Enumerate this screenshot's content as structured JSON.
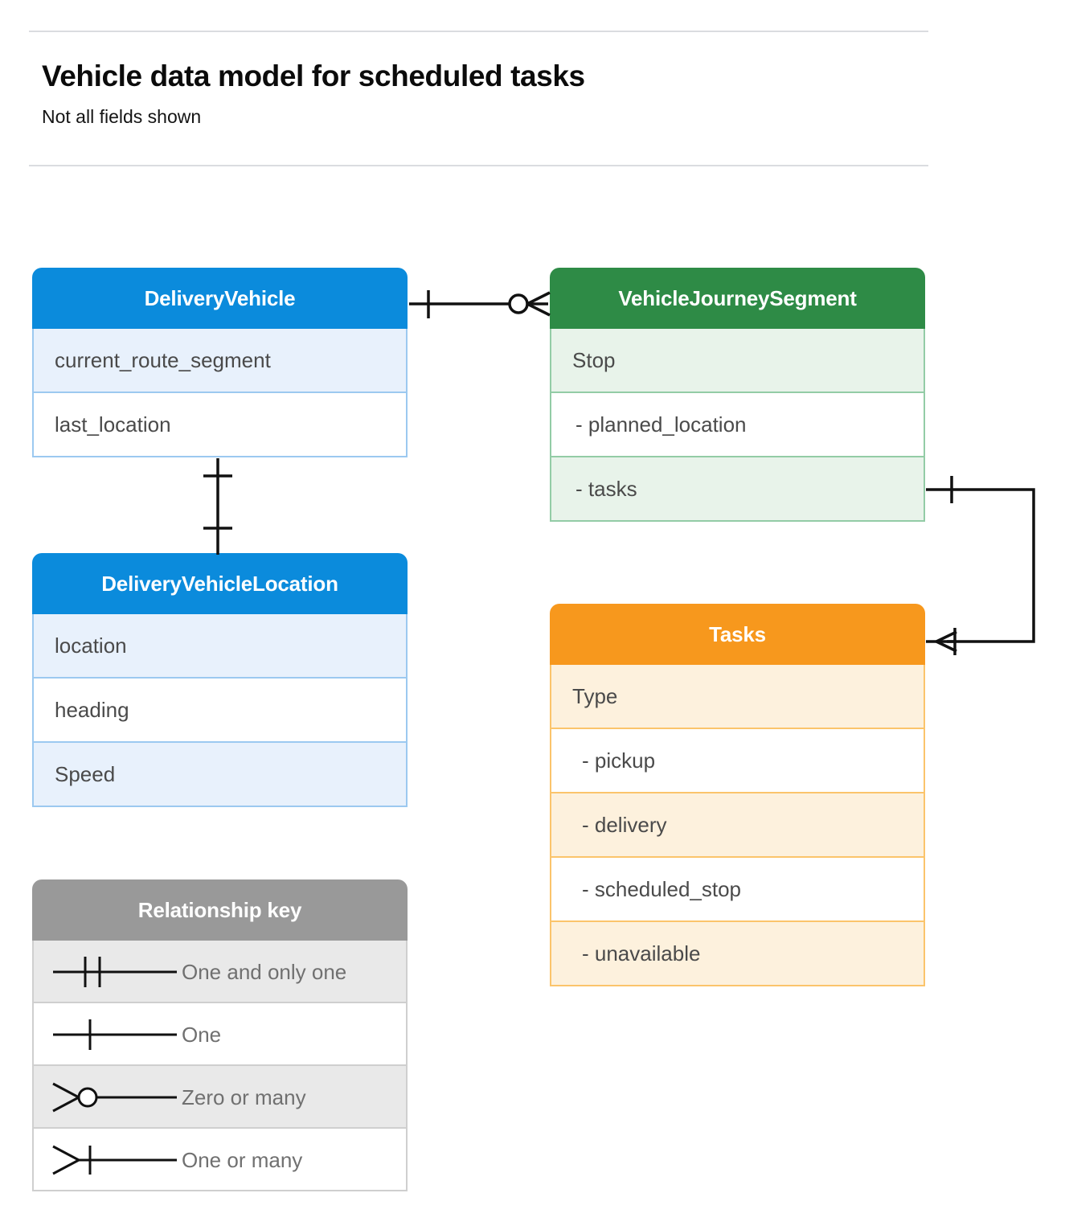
{
  "header": {
    "title": "Vehicle data model for scheduled tasks",
    "subtitle": "Not all fields shown"
  },
  "colors": {
    "blue_header": "#0b8bdc",
    "blue_tint": "#e8f1fc",
    "blue_border": "#9cc9f0",
    "green_header": "#2e8b46",
    "green_tint": "#e8f3ea",
    "green_border": "#93cca6",
    "orange_header": "#f7981d",
    "orange_tint": "#fdf1dd",
    "orange_border": "#fbc46b",
    "gray_header": "#999999",
    "gray_tint": "#e9e9e9",
    "rule": "#dadce0",
    "text": "#4a4a4a",
    "connector": "#111111"
  },
  "entities": {
    "delivery_vehicle": {
      "title": "DeliveryVehicle",
      "rows": [
        {
          "label": "current_route_segment"
        },
        {
          "label": "last_location"
        }
      ]
    },
    "delivery_vehicle_location": {
      "title": "DeliveryVehicleLocation",
      "rows": [
        {
          "label": "location"
        },
        {
          "label": "heading"
        },
        {
          "label": "Speed"
        }
      ]
    },
    "vehicle_journey_segment": {
      "title": "VehicleJourneySegment",
      "rows": [
        {
          "label": "Stop"
        },
        {
          "label": "-  planned_location"
        },
        {
          "label": "- tasks"
        }
      ]
    },
    "tasks": {
      "title": "Tasks",
      "rows": [
        {
          "label": "Type"
        },
        {
          "label": "-  pickup"
        },
        {
          "label": "-  delivery"
        },
        {
          "label": "-  scheduled_stop"
        },
        {
          "label": "-  unavailable"
        }
      ]
    }
  },
  "legend": {
    "title": "Relationship key",
    "items": [
      {
        "label": "One and only one",
        "symbol": "one-and-only-one"
      },
      {
        "label": "One",
        "symbol": "one"
      },
      {
        "label": "Zero or many",
        "symbol": "zero-or-many"
      },
      {
        "label": "One or many",
        "symbol": "one-or-many"
      }
    ]
  },
  "relationships": [
    {
      "name": "delivery-vehicle-to-journey-segment",
      "from": "DeliveryVehicle",
      "to": "VehicleJourneySegment",
      "from_cardinality": "one",
      "to_cardinality": "zero-or-many"
    },
    {
      "name": "delivery-vehicle-to-location",
      "from": "DeliveryVehicle",
      "to": "DeliveryVehicleLocation",
      "from_cardinality": "one",
      "to_cardinality": "one"
    },
    {
      "name": "journey-segment-tasks-to-tasks",
      "from": "VehicleJourneySegment.tasks",
      "to": "Tasks",
      "from_cardinality": "one",
      "to_cardinality": "one-or-many"
    }
  ]
}
